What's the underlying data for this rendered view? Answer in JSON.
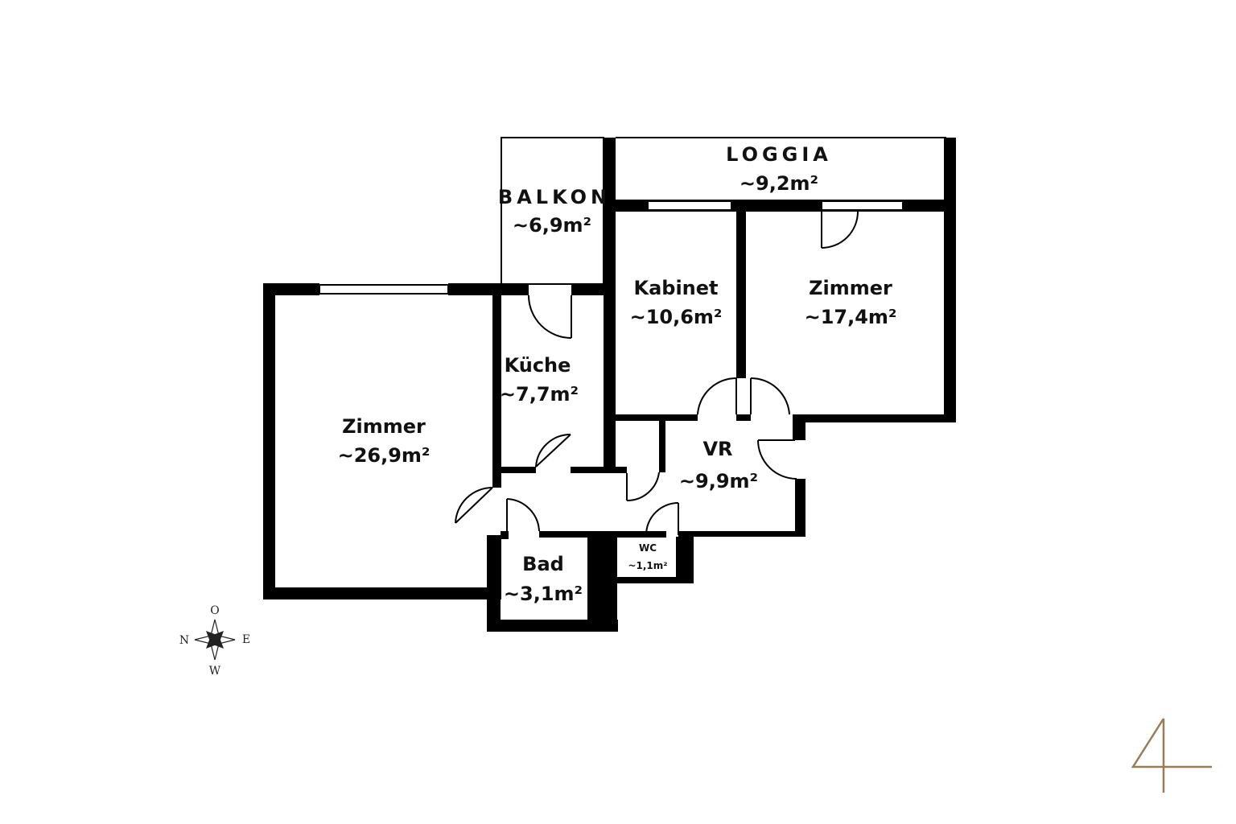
{
  "rooms": {
    "loggia": {
      "name": "LOGGIA",
      "area": "~9,2m²"
    },
    "balkon": {
      "name": "BALKON",
      "area": "~6,9m²"
    },
    "kabinet": {
      "name": "Kabinet",
      "area": "~10,6m²"
    },
    "zimmer_right": {
      "name": "Zimmer",
      "area": "~17,4m²"
    },
    "kuche": {
      "name": "Küche",
      "area": "~7,7m²"
    },
    "zimmer_left": {
      "name": "Zimmer",
      "area": "~26,9m²"
    },
    "vr": {
      "name": "VR",
      "area": "~9,9m²"
    },
    "bad": {
      "name": "Bad",
      "area": "~3,1m²"
    },
    "wc": {
      "name": "WC",
      "area": "~1,1m²"
    }
  },
  "compass": {
    "top": "O",
    "left": "N",
    "right": "E",
    "bottom": "W"
  },
  "logo": {
    "glyph": "4",
    "color": "#9c7b57"
  }
}
